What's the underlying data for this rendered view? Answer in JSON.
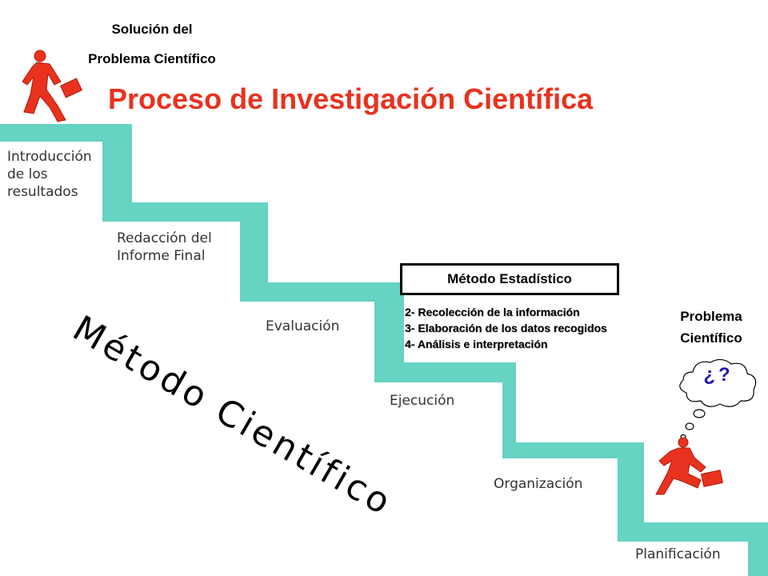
{
  "header": {
    "solution_label": "Solución del\nProblema Científico",
    "title": "Proceso de Investigación Científica"
  },
  "colors": {
    "stair": "#66d3c3",
    "title": "#e8321e",
    "figure": "#e8321e",
    "question_marks": "#1c1ca8"
  },
  "steps": [
    {
      "label": "Introducción\nde los\nresultados"
    },
    {
      "label": "Redacción del\nInforme Final"
    },
    {
      "label": "Evaluación"
    },
    {
      "label": "Ejecución"
    },
    {
      "label": "Organización"
    },
    {
      "label": "Planificación"
    }
  ],
  "statistical_method": {
    "title": "Método Estadístico",
    "items": [
      "2- Recolección de la información",
      "3- Elaboración de los datos recogidos",
      "4- Análisis e interpretación"
    ]
  },
  "side_label": "Método Científico",
  "problem": {
    "label": "Problema\nCientífico",
    "thought": "¿?"
  },
  "icons": {
    "top_figure": "running-businessman-icon",
    "bottom_figure": "running-businessman-icon",
    "thought_bubble": "thought-bubble-icon"
  }
}
